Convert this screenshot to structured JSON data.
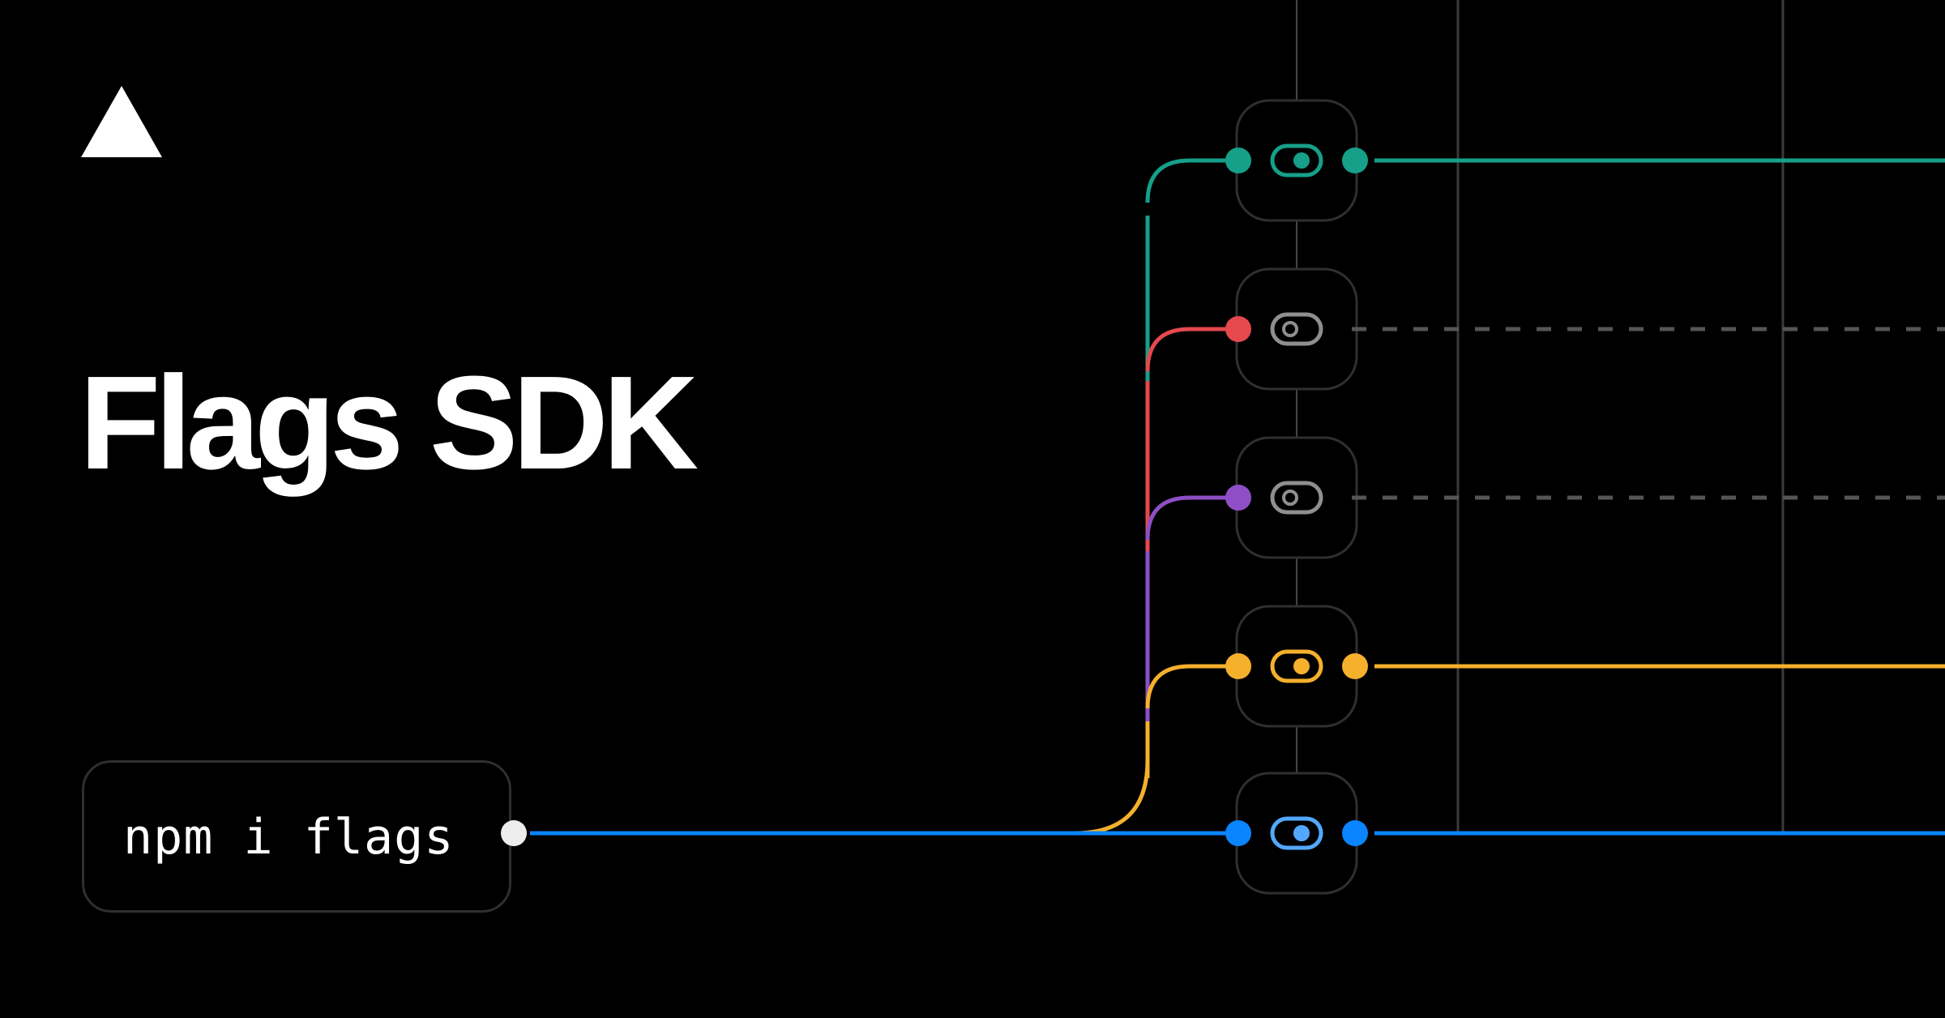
{
  "title": "Flags SDK",
  "command": "npm i flags",
  "colors": {
    "background": "#000000",
    "teal": "#16a08a",
    "red": "#e5484d",
    "purple": "#8e4ec6",
    "orange": "#f5b02c",
    "blue": "#0a84ff",
    "blue_light": "#52a8ff",
    "gray": "#8f8f8f"
  },
  "flags": [
    {
      "id": "teal",
      "color": "teal",
      "state": "on",
      "output": "solid"
    },
    {
      "id": "red",
      "color": "red",
      "state": "off",
      "output": "dashed"
    },
    {
      "id": "purple",
      "color": "purple",
      "state": "off",
      "output": "dashed"
    },
    {
      "id": "orange",
      "color": "orange",
      "state": "on",
      "output": "solid"
    },
    {
      "id": "blue",
      "color": "blue",
      "state": "on",
      "output": "solid"
    }
  ],
  "icons": {
    "logo": "vercel-triangle-icon",
    "toggle_on": "toggle-on-icon",
    "toggle_off": "toggle-off-icon"
  }
}
